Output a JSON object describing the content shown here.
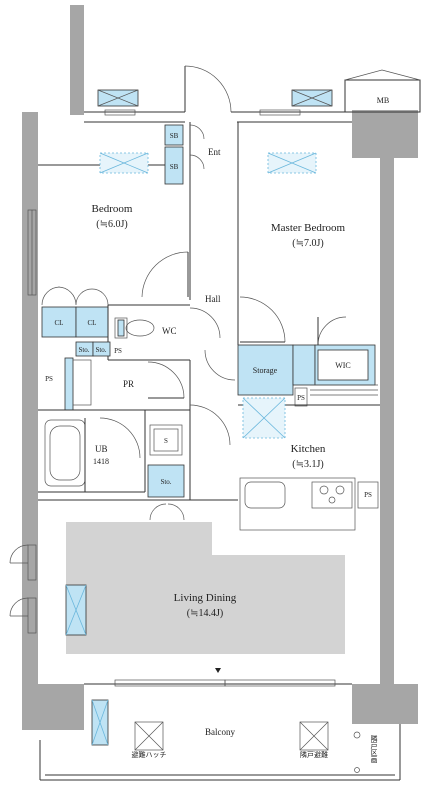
{
  "rooms": {
    "bedroom": {
      "name": "Bedroom",
      "size": "(≒6.0J)"
    },
    "master_bedroom": {
      "name": "Master Bedroom",
      "size": "(≒7.0J)"
    },
    "kitchen": {
      "name": "Kitchen",
      "size": "(≒3.1J)"
    },
    "living_dining": {
      "name": "Living Dining",
      "size": "(≒14.4J)"
    },
    "hall": {
      "name": "Hall"
    },
    "ent": {
      "name": "Ent"
    },
    "wc": {
      "name": "WC"
    },
    "pr": {
      "name": "PR"
    },
    "ub": {
      "name": "UB",
      "size": "1418"
    },
    "balcony": {
      "name": "Balcony"
    },
    "mb": {
      "name": "MB"
    },
    "storage": {
      "name": "Storage"
    },
    "wic": {
      "name": "WIC"
    }
  },
  "fixtures": {
    "sb_top": "SB",
    "sb_bottom": "SB",
    "cl_left": "CL",
    "cl_right": "CL",
    "sto_1": "Sto.",
    "sto_2": "Sto.",
    "sto_3": "Sto.",
    "ps_wc": "PS",
    "ps_left": "PS",
    "ps_kitchen": "PS",
    "ps_right": "PS",
    "sink_s": "S",
    "balcony_tag_left": "避難ハッチ",
    "balcony_tag_right": "隣戸避難",
    "vertical_note": "隣戸区画"
  },
  "colors": {
    "wall": "#a6a6a6",
    "storage_blue": "#bfe3f4",
    "living_gray": "#d3d3d3"
  }
}
